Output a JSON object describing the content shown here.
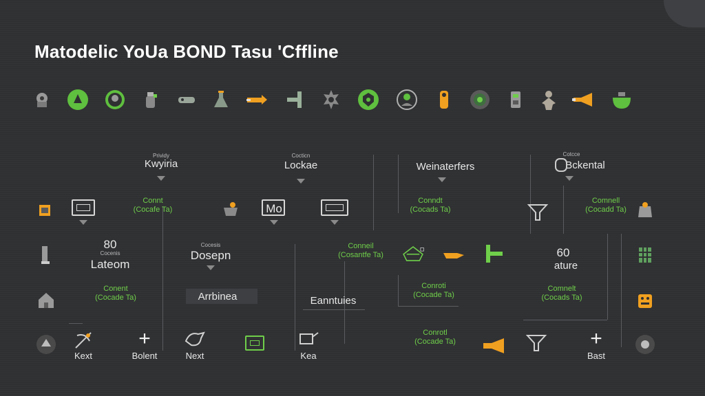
{
  "header": {
    "title": "Matodelic YoUa BOND Tasu 'Cffline"
  },
  "colors": {
    "background": "#2f3032",
    "green": "#6fcf4a",
    "orange": "#f0a020",
    "text": "#e8e8e8"
  },
  "toolbar_icons": [
    "settings-icon",
    "leaf-icon",
    "globe-icon",
    "jar-icon",
    "link-icon",
    "flask-icon",
    "arrow-icon",
    "pin-icon",
    "gear-icon",
    "shield-icon",
    "target-icon",
    "bulb-icon",
    "coin-icon",
    "battery-icon",
    "person-icon",
    "horn-icon",
    "bowl-icon"
  ],
  "columns": {
    "keywords": {
      "small": "Prividy",
      "label": "Kwyiria"
    },
    "locks": {
      "small": "Cocticn",
      "label": "Lockae"
    },
    "weinaterfers": {
      "label": "Weinaterfers"
    },
    "backental": {
      "small": "Cotcce",
      "label": "Bckental"
    }
  },
  "content": {
    "connect_label_1": "Connt",
    "connect_label_2": "Conndt",
    "connect_label_3": "Comnell",
    "connect_label_4": "Conneil",
    "connect_label_5": "Conent",
    "connect_label_6": "Conroti",
    "connect_label_7": "Comnelt",
    "connect_label_8": "Conrotl",
    "connect_sub_1": "(Cocafe Ta)",
    "connect_sub_2": "(Cocads Ta)",
    "connect_sub_3": "(Cocadd Ta)",
    "connect_sub_4": "(Cosantfe Ta)",
    "connect_sub_5": "(Cocade Ta)",
    "connect_sub_6": "(Cocade Ta)",
    "connect_sub_7": "(Cocads Ta)",
    "connect_sub_8": "(Cocade Ta)",
    "mo": "Mo",
    "num_80": "80",
    "small_80": "Cocenis",
    "lateom": "Lateom",
    "dosepn_small": "Cocesis",
    "dosepn": "Dosepn",
    "arrbinea": "Arrbinea",
    "enntulos": "Eanntuies",
    "num_60": "60",
    "ature": "ature",
    "bottom_labels": [
      "Kext",
      "Bolent",
      "Next",
      "Kea",
      "Bast"
    ]
  }
}
